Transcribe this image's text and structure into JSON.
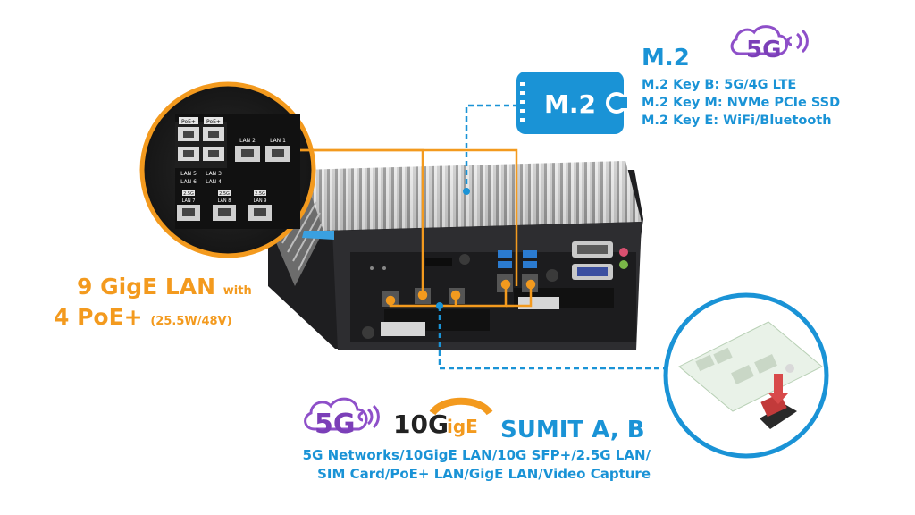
{
  "m2": {
    "chip_label": "M.2",
    "title": "M.2",
    "lines": [
      "M.2 Key B: 5G/4G LTE",
      "M.2 Key M: NVMe PCIe SSD",
      "M.2 Key E: WiFi/Bluetooth"
    ]
  },
  "lan": {
    "main": "9 GigE LAN",
    "with": "with",
    "poe": "4 PoE+",
    "poe_detail": "(25.5W/48V)",
    "zoom_ports": {
      "poe_top": [
        "PoE+",
        "PoE+"
      ],
      "rj45_labels": [
        "LAN 2",
        "LAN 1"
      ],
      "stack_labels": [
        "LAN 5",
        "LAN 6",
        "LAN 3",
        "LAN 4"
      ],
      "bottom_tags": [
        "2.5G",
        "2.5G",
        "2.5G"
      ],
      "bottom_labels": [
        "LAN 7",
        "LAN 8",
        "LAN 9"
      ]
    }
  },
  "logos": {
    "fiveg": "5G",
    "tengige_num": "10G",
    "tengige_text": "igE"
  },
  "sumit": {
    "title": "SUMIT A, B",
    "lines": [
      "5G Networks/10GigE LAN/10G SFP+/2.5G LAN/",
      "SIM Card/PoE+ LAN/GigE LAN/Video Capture"
    ]
  },
  "colors": {
    "orange": "#f39a1e",
    "blue": "#1a93d6",
    "purple": "#8e4fc9",
    "chassis": "#2a2a2c"
  }
}
